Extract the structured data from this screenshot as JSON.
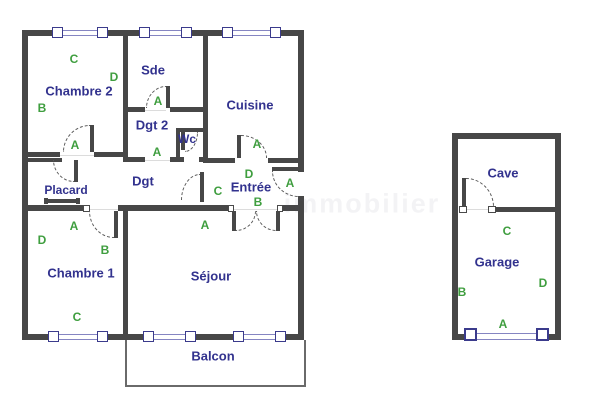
{
  "watermark": "immobilier",
  "colors": {
    "wall": "#474747",
    "label": "#32328e",
    "marker": "#3f9e3f",
    "window_line": "#8585c2",
    "window_border": "#3b3b8c",
    "arc": "#5a5a5a",
    "balcony": "#6a6a6a",
    "watermark_color": "rgba(80,80,120,0.07)"
  },
  "rooms": {
    "chambre2": "Chambre 2",
    "sde": "Sde",
    "cuisine": "Cuisine",
    "dgt2": "Dgt 2",
    "wc": "Wc",
    "dgt": "Dgt",
    "placard": "Placard",
    "entree": "Entrée",
    "chambre1": "Chambre 1",
    "sejour": "Séjour",
    "balcon": "Balcon",
    "cave": "Cave",
    "garage": "Garage"
  },
  "letters": {
    "a": "A",
    "b": "B",
    "c": "C",
    "d": "D"
  }
}
